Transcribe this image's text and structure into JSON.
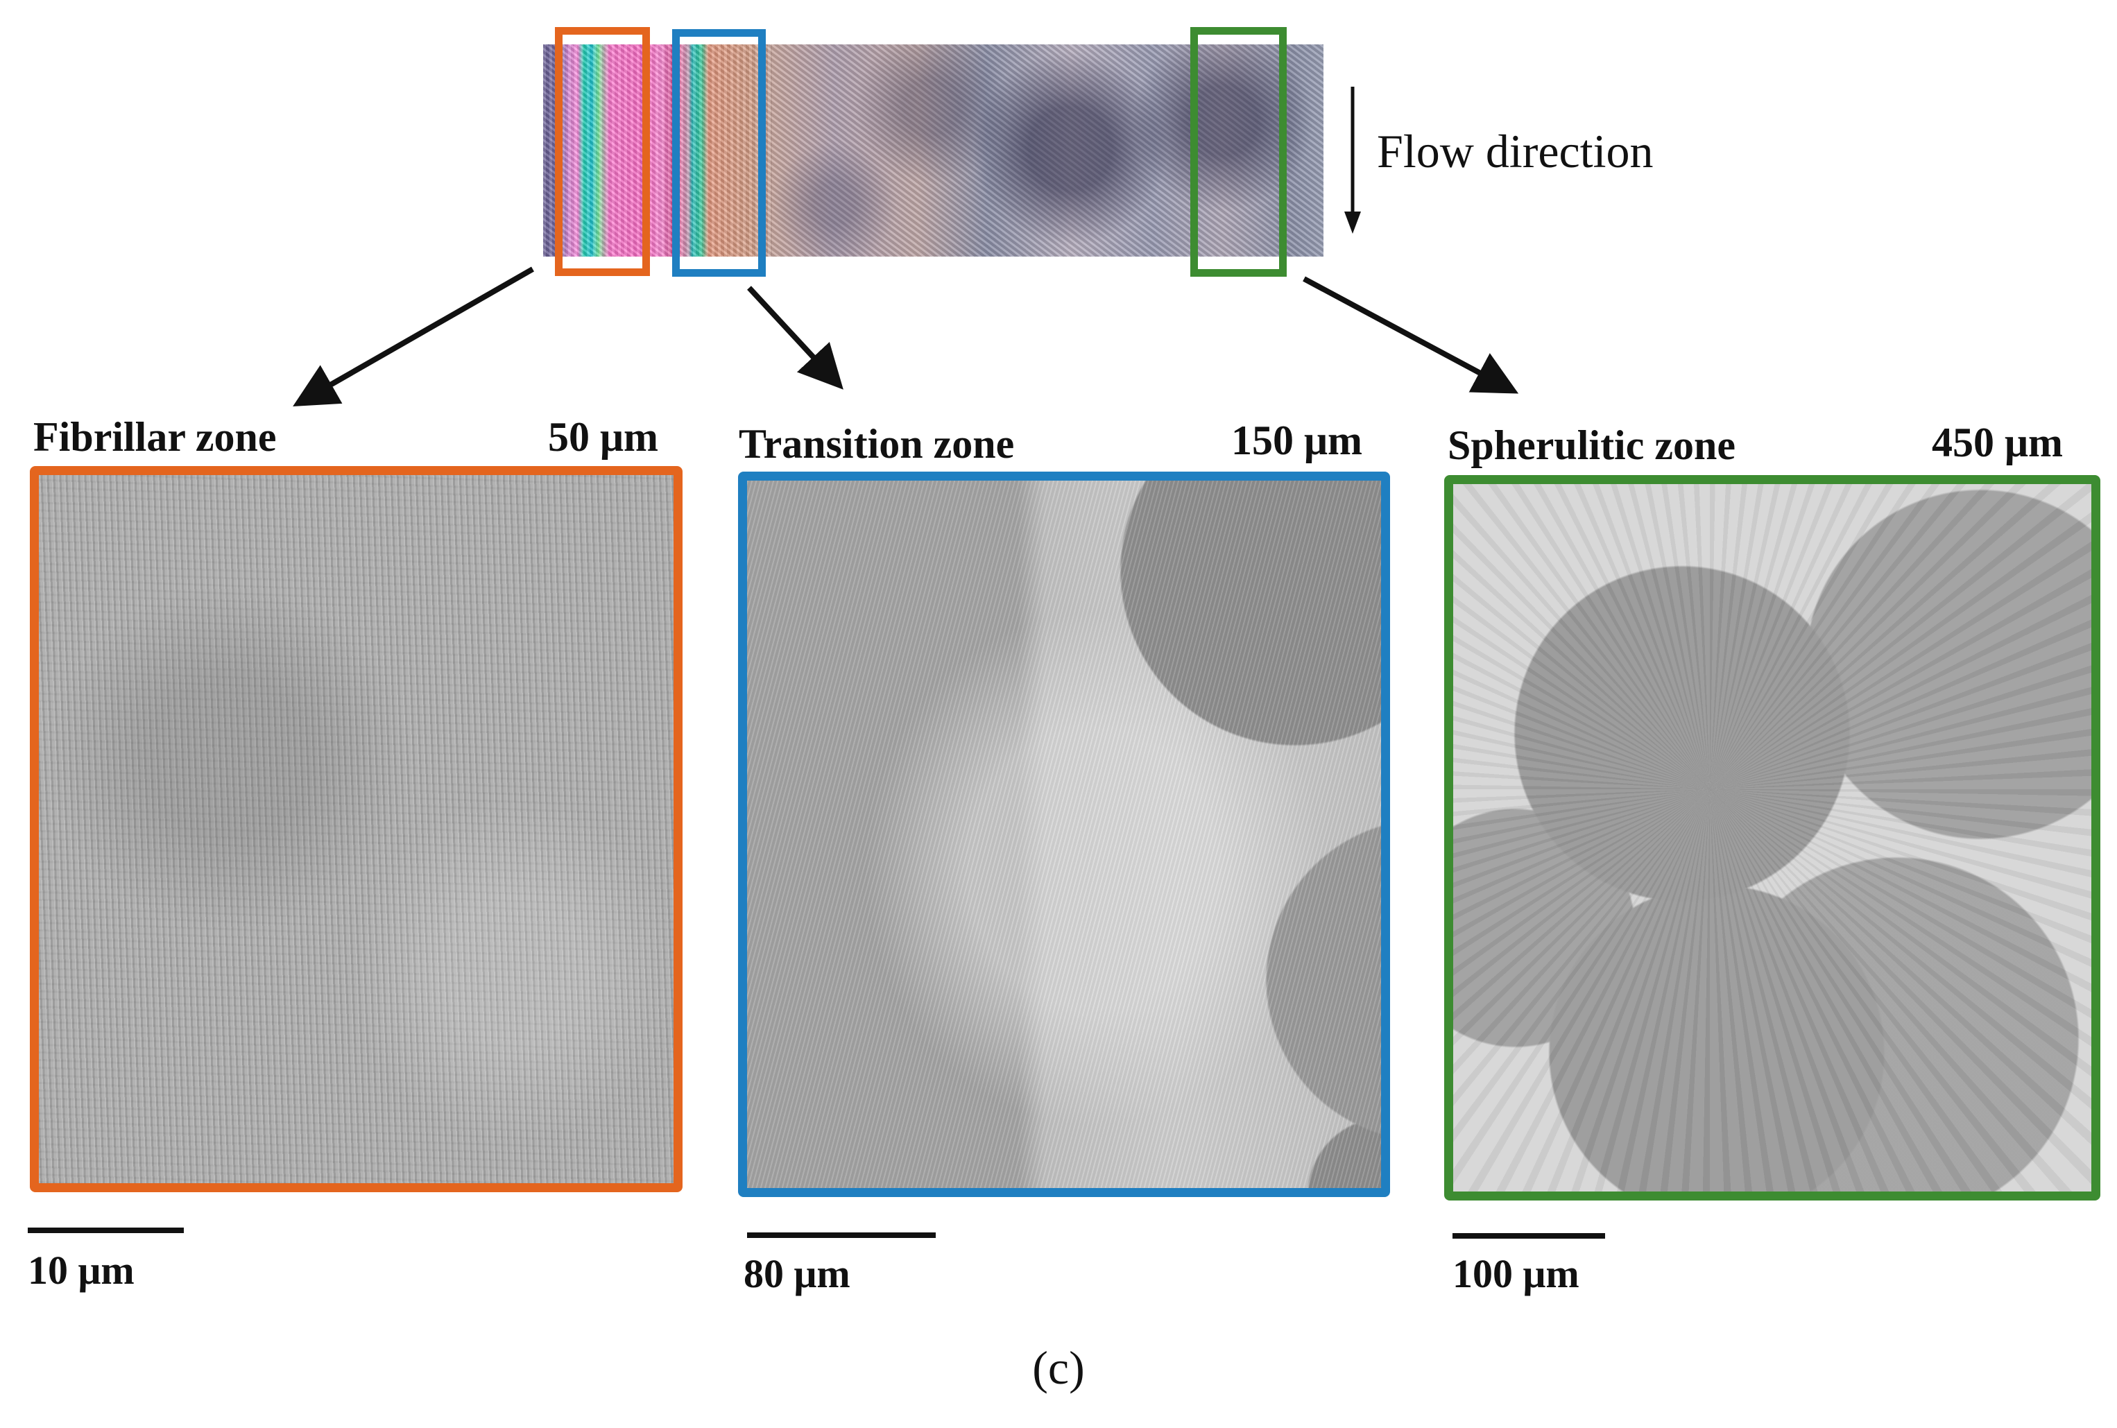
{
  "figure": {
    "flow_label": "Flow direction",
    "caption": "(c)"
  },
  "zones": [
    {
      "title": "Fibrillar zone",
      "depth": "50 μm",
      "scale_bar": "10 μm",
      "color": "#e4651e"
    },
    {
      "title": "Transition zone",
      "depth": "150 μm",
      "scale_bar": "80 μm",
      "color": "#1f7fc1"
    },
    {
      "title": "Spherulitic zone",
      "depth": "450 μm",
      "scale_bar": "100 μm",
      "color": "#3d8c31"
    }
  ]
}
